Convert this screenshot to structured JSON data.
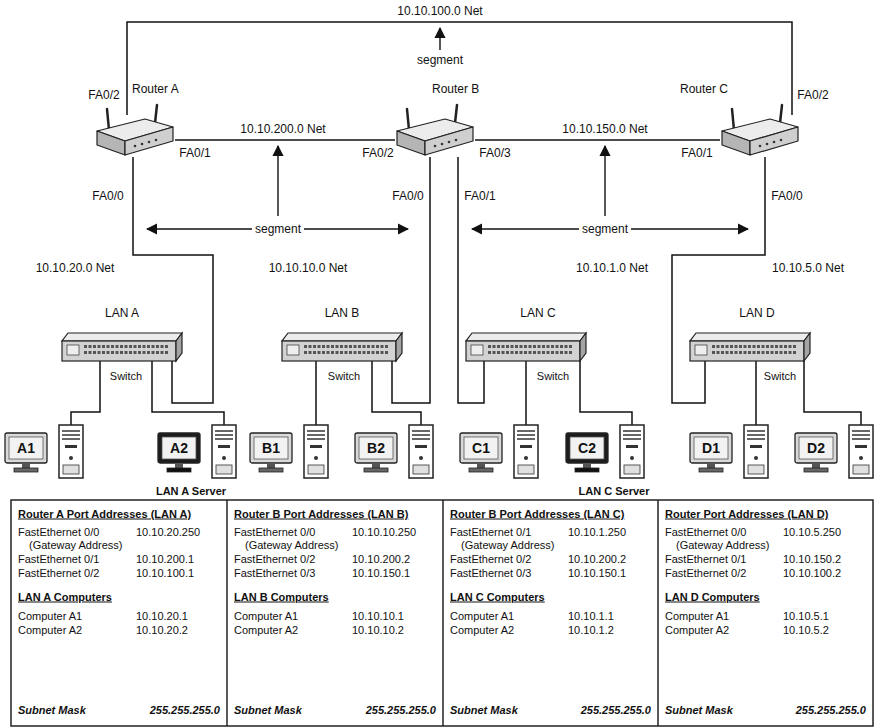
{
  "diagram": {
    "nodes": [
      {
        "text": [
          "Router A"
        ]
      },
      {
        "text": [
          "Router B"
        ]
      },
      {
        "text": [
          "Router C"
        ]
      },
      {
        "text": [
          "LAN A",
          "Switch"
        ]
      },
      {
        "text": [
          "LAN B",
          "Switch"
        ]
      },
      {
        "text": [
          "LAN C",
          "Switch"
        ]
      },
      {
        "text": [
          "LAN D",
          "Switch"
        ]
      },
      {
        "text": [
          "A1"
        ]
      },
      {
        "text": [
          "A2",
          "LAN A Server"
        ]
      },
      {
        "text": [
          "B1"
        ]
      },
      {
        "text": [
          "B2"
        ]
      },
      {
        "text": [
          "C1"
        ]
      },
      {
        "text": [
          "C2",
          "LAN C Server"
        ]
      },
      {
        "text": [
          "D1"
        ]
      },
      {
        "text": [
          "D2"
        ]
      }
    ],
    "edges": [
      {
        "from": 0,
        "to": 2,
        "arrow": "none",
        "label": "10.10.100.0 Net"
      },
      {
        "from": 0,
        "to": 1,
        "arrow": "none",
        "label": "10.10.200.0 Net"
      },
      {
        "from": 1,
        "to": 2,
        "arrow": "none",
        "label": "10.10.150.0 Net"
      },
      {
        "from": 0,
        "to": 3,
        "arrow": "none",
        "label": "10.10.20.0 Net"
      },
      {
        "from": 1,
        "to": 4,
        "arrow": "none",
        "label": "10.10.10.0 Net"
      },
      {
        "from": 1,
        "to": 5,
        "arrow": "none",
        "label": "10.10.1.0 Net"
      },
      {
        "from": 2,
        "to": 6,
        "arrow": "none",
        "label": "10.10.5.0 Net"
      },
      {
        "from": 3,
        "to": 7,
        "arrow": "none"
      },
      {
        "from": 3,
        "to": 8,
        "arrow": "none"
      },
      {
        "from": 4,
        "to": 9,
        "arrow": "none"
      },
      {
        "from": 4,
        "to": 10,
        "arrow": "none"
      },
      {
        "from": 5,
        "to": 11,
        "arrow": "none"
      },
      {
        "from": 5,
        "to": 12,
        "arrow": "none"
      },
      {
        "from": 6,
        "to": 13,
        "arrow": "none"
      },
      {
        "from": 6,
        "to": 14,
        "arrow": "none"
      }
    ],
    "labels": [
      "segment",
      "FA0/2",
      "FA0/1",
      "FA0/0",
      "FA0/2",
      "FA0/3",
      "FA0/0",
      "FA0/1",
      "FA0/1",
      "FA0/2",
      "FA0/0",
      "segment",
      "segment",
      "Router A Port Addresses (LAN A)",
      "FastEthernet 0/0",
      "10.10.20.250",
      "(Gateway Address)",
      "FastEthernet 0/1",
      "10.10.200.1",
      "FastEthernet 0/2",
      "10.10.100.1",
      "LAN A Computers",
      "Computer A1",
      "10.10.20.1",
      "Computer A2",
      "10.10.20.2",
      "Subnet Mask",
      "255.255.255.0",
      "Router B Port Addresses (LAN B)",
      "FastEthernet 0/0",
      "10.10.10.250",
      "(Gateway Address)",
      "FastEthernet 0/2",
      "10.10.200.2",
      "FastEthernet 0/3",
      "10.10.150.1",
      "LAN B Computers",
      "Computer A1",
      "10.10.10.1",
      "Computer A2",
      "10.10.10.2",
      "Subnet Mask",
      "255.255.255.0",
      "Router B Port Addresses (LAN C)",
      "FastEthernet 0/1",
      "10.10.1.250",
      "(Gateway Address)",
      "FastEthernet 0/2",
      "10.10.200.2",
      "FastEthernet 0/3",
      "10.10.150.1",
      "LAN C Computers",
      "Computer A1",
      "10.10.1.1",
      "Computer A2",
      "10.10.1.2",
      "Subnet Mask",
      "255.255.255.0",
      "Router Port Addresses (LAN D)",
      "FastEthernet 0/0",
      "10.10.5.250",
      "(Gateway Address)",
      "FastEthernet 0/1",
      "10.10.150.2",
      "FastEthernet 0/2",
      "10.10.100.2",
      "LAN D Computers",
      "Computer A1",
      "10.10.5.1",
      "Computer A2",
      "10.10.5.2",
      "Subnet Mask",
      "255.255.255.0"
    ]
  }
}
